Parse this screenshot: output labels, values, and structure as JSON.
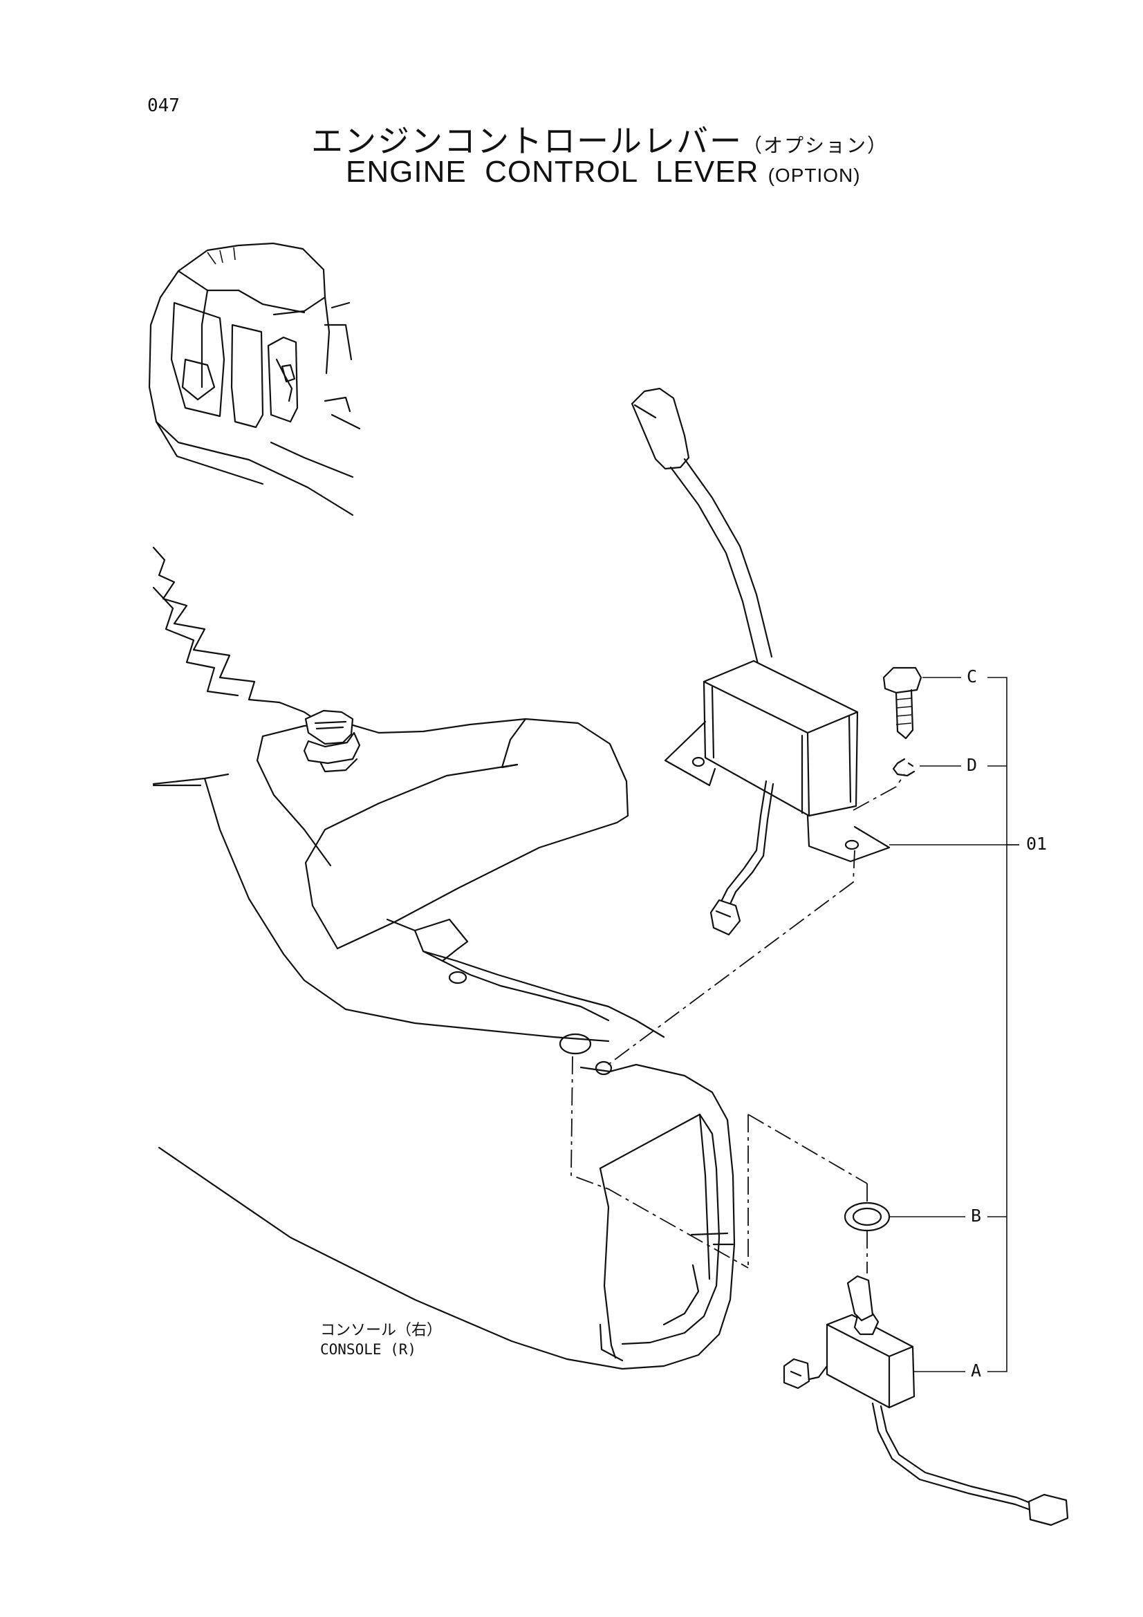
{
  "page_number": "047",
  "title": {
    "jp_main": "エンジンコントロールレバー",
    "jp_option": "（オプション）",
    "en_main": "ENGINE  CONTROL  LEVER",
    "en_option": "(OPTION)"
  },
  "console_label": {
    "jp": "コンソール（右）",
    "en": "CONSOLE (R)"
  },
  "callouts": {
    "c": "C",
    "d": "D",
    "part_01": "01",
    "b": "B",
    "a": "A"
  }
}
